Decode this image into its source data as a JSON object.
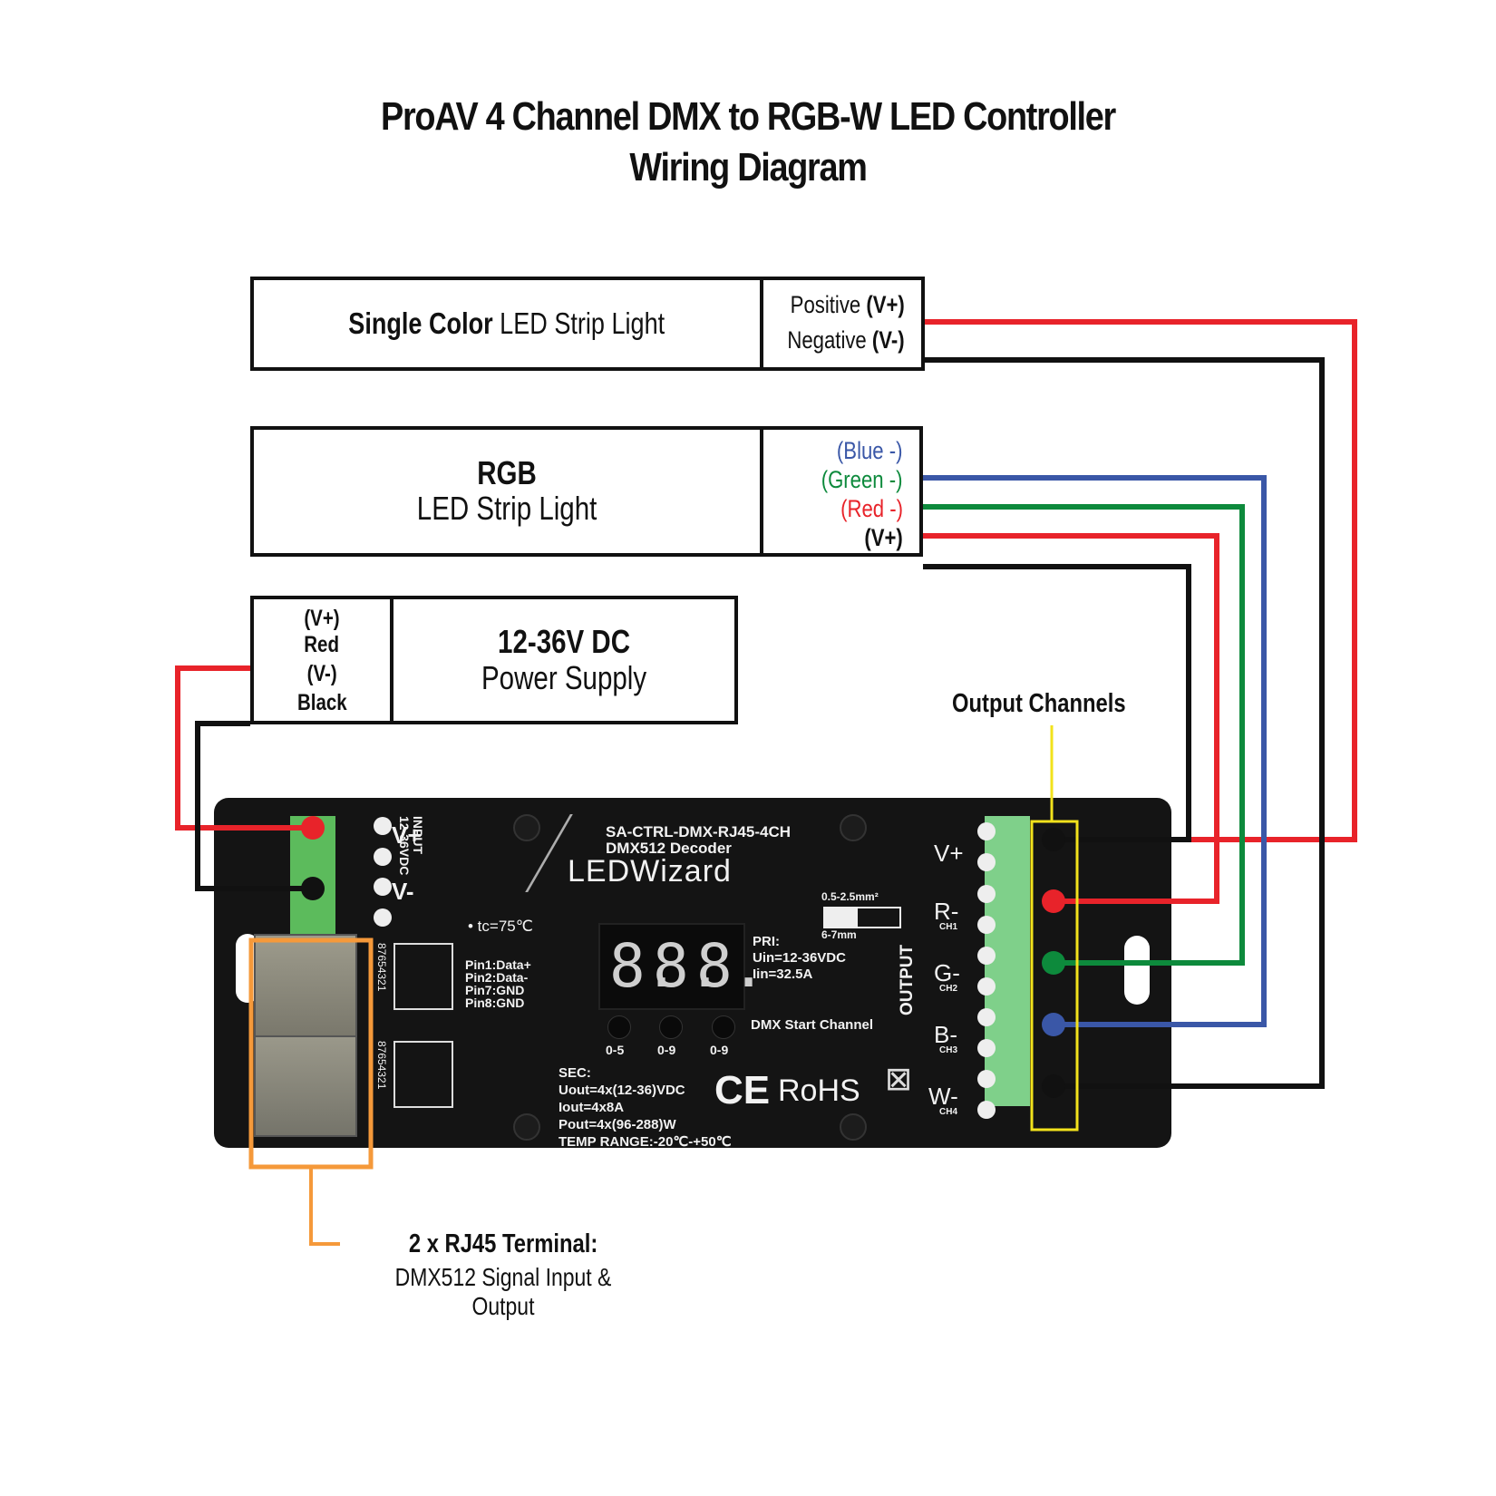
{
  "title": {
    "line1": "ProAV 4 Channel DMX to RGB-W LED Controller",
    "line2": "Wiring Diagram"
  },
  "colors": {
    "red": "#e8232a",
    "black": "#111111",
    "green": "#0d8a3c",
    "blue": "#3a57a7",
    "yellow": "#f2e21c",
    "orange": "#f5993a"
  },
  "single_color_strip": {
    "label_bold": "Single Color",
    "label_rest": "LED Strip Light",
    "terminals": [
      {
        "text": "Positive ",
        "bold": "(V+)",
        "color": "#111111"
      },
      {
        "text": "Negative ",
        "bold": "(V-)",
        "color": "#111111"
      }
    ]
  },
  "rgb_strip": {
    "label_bold": "RGB",
    "label_rest": "LED Strip Light",
    "terminals": [
      {
        "text": "(Blue -)",
        "color": "#3a57a7"
      },
      {
        "text": "(Green -)",
        "color": "#0d8a3c"
      },
      {
        "text": "(Red -)",
        "color": "#e8232a"
      },
      {
        "text": "(V+)",
        "color": "#111111"
      }
    ]
  },
  "power_supply": {
    "label_bold": "12-36V DC",
    "label_rest": "Power Supply",
    "terminals": [
      "(V+)",
      "Red",
      "(V-)",
      "Black"
    ]
  },
  "callouts": {
    "output_channels": "Output Channels",
    "rj45_title": "2 x RJ45 Terminal:",
    "rj45_desc": "DMX512 Signal Input & Output"
  },
  "device": {
    "model": "SA-CTRL-DMX-RJ45-4CH",
    "subtitle": "DMX512 Decoder",
    "brand": "LEDWizard",
    "input_label": "INPUT",
    "input_voltage": "12-36VDC",
    "input_terminals": [
      "V+",
      "V-"
    ],
    "tc": "• tc=75℃",
    "rj45_pins_label": "87654321",
    "pin_info": [
      "Pin1:Data+",
      "Pin2:Data-",
      "Pin7:GND",
      "Pin8:GND"
    ],
    "display_digits": [
      "8.",
      "8.",
      "8."
    ],
    "dial_buttons": [
      "0-5",
      "0-9",
      "0-9"
    ],
    "dmx_start": "DMX Start Channel",
    "wire_gauge": "0.5-2.5mm²",
    "strip_length": "6-7mm",
    "pri": [
      "PRI:",
      "Uin=12-36VDC",
      "Iin=32.5A"
    ],
    "sec": [
      "SEC:",
      "Uout=4x(12-36)VDC",
      "Iout=4x8A",
      "Pout=4x(96-288)W",
      "TEMP RANGE:-20℃-+50℃"
    ],
    "ce": "CE",
    "rohs": "RoHS",
    "output_label": "OUTPUT",
    "output_terminals": [
      {
        "label": "V+",
        "ch": ""
      },
      {
        "label": "R-",
        "ch": "CH1"
      },
      {
        "label": "G-",
        "ch": "CH2"
      },
      {
        "label": "B-",
        "ch": "CH3"
      },
      {
        "label": "W-",
        "ch": "CH4"
      }
    ]
  }
}
